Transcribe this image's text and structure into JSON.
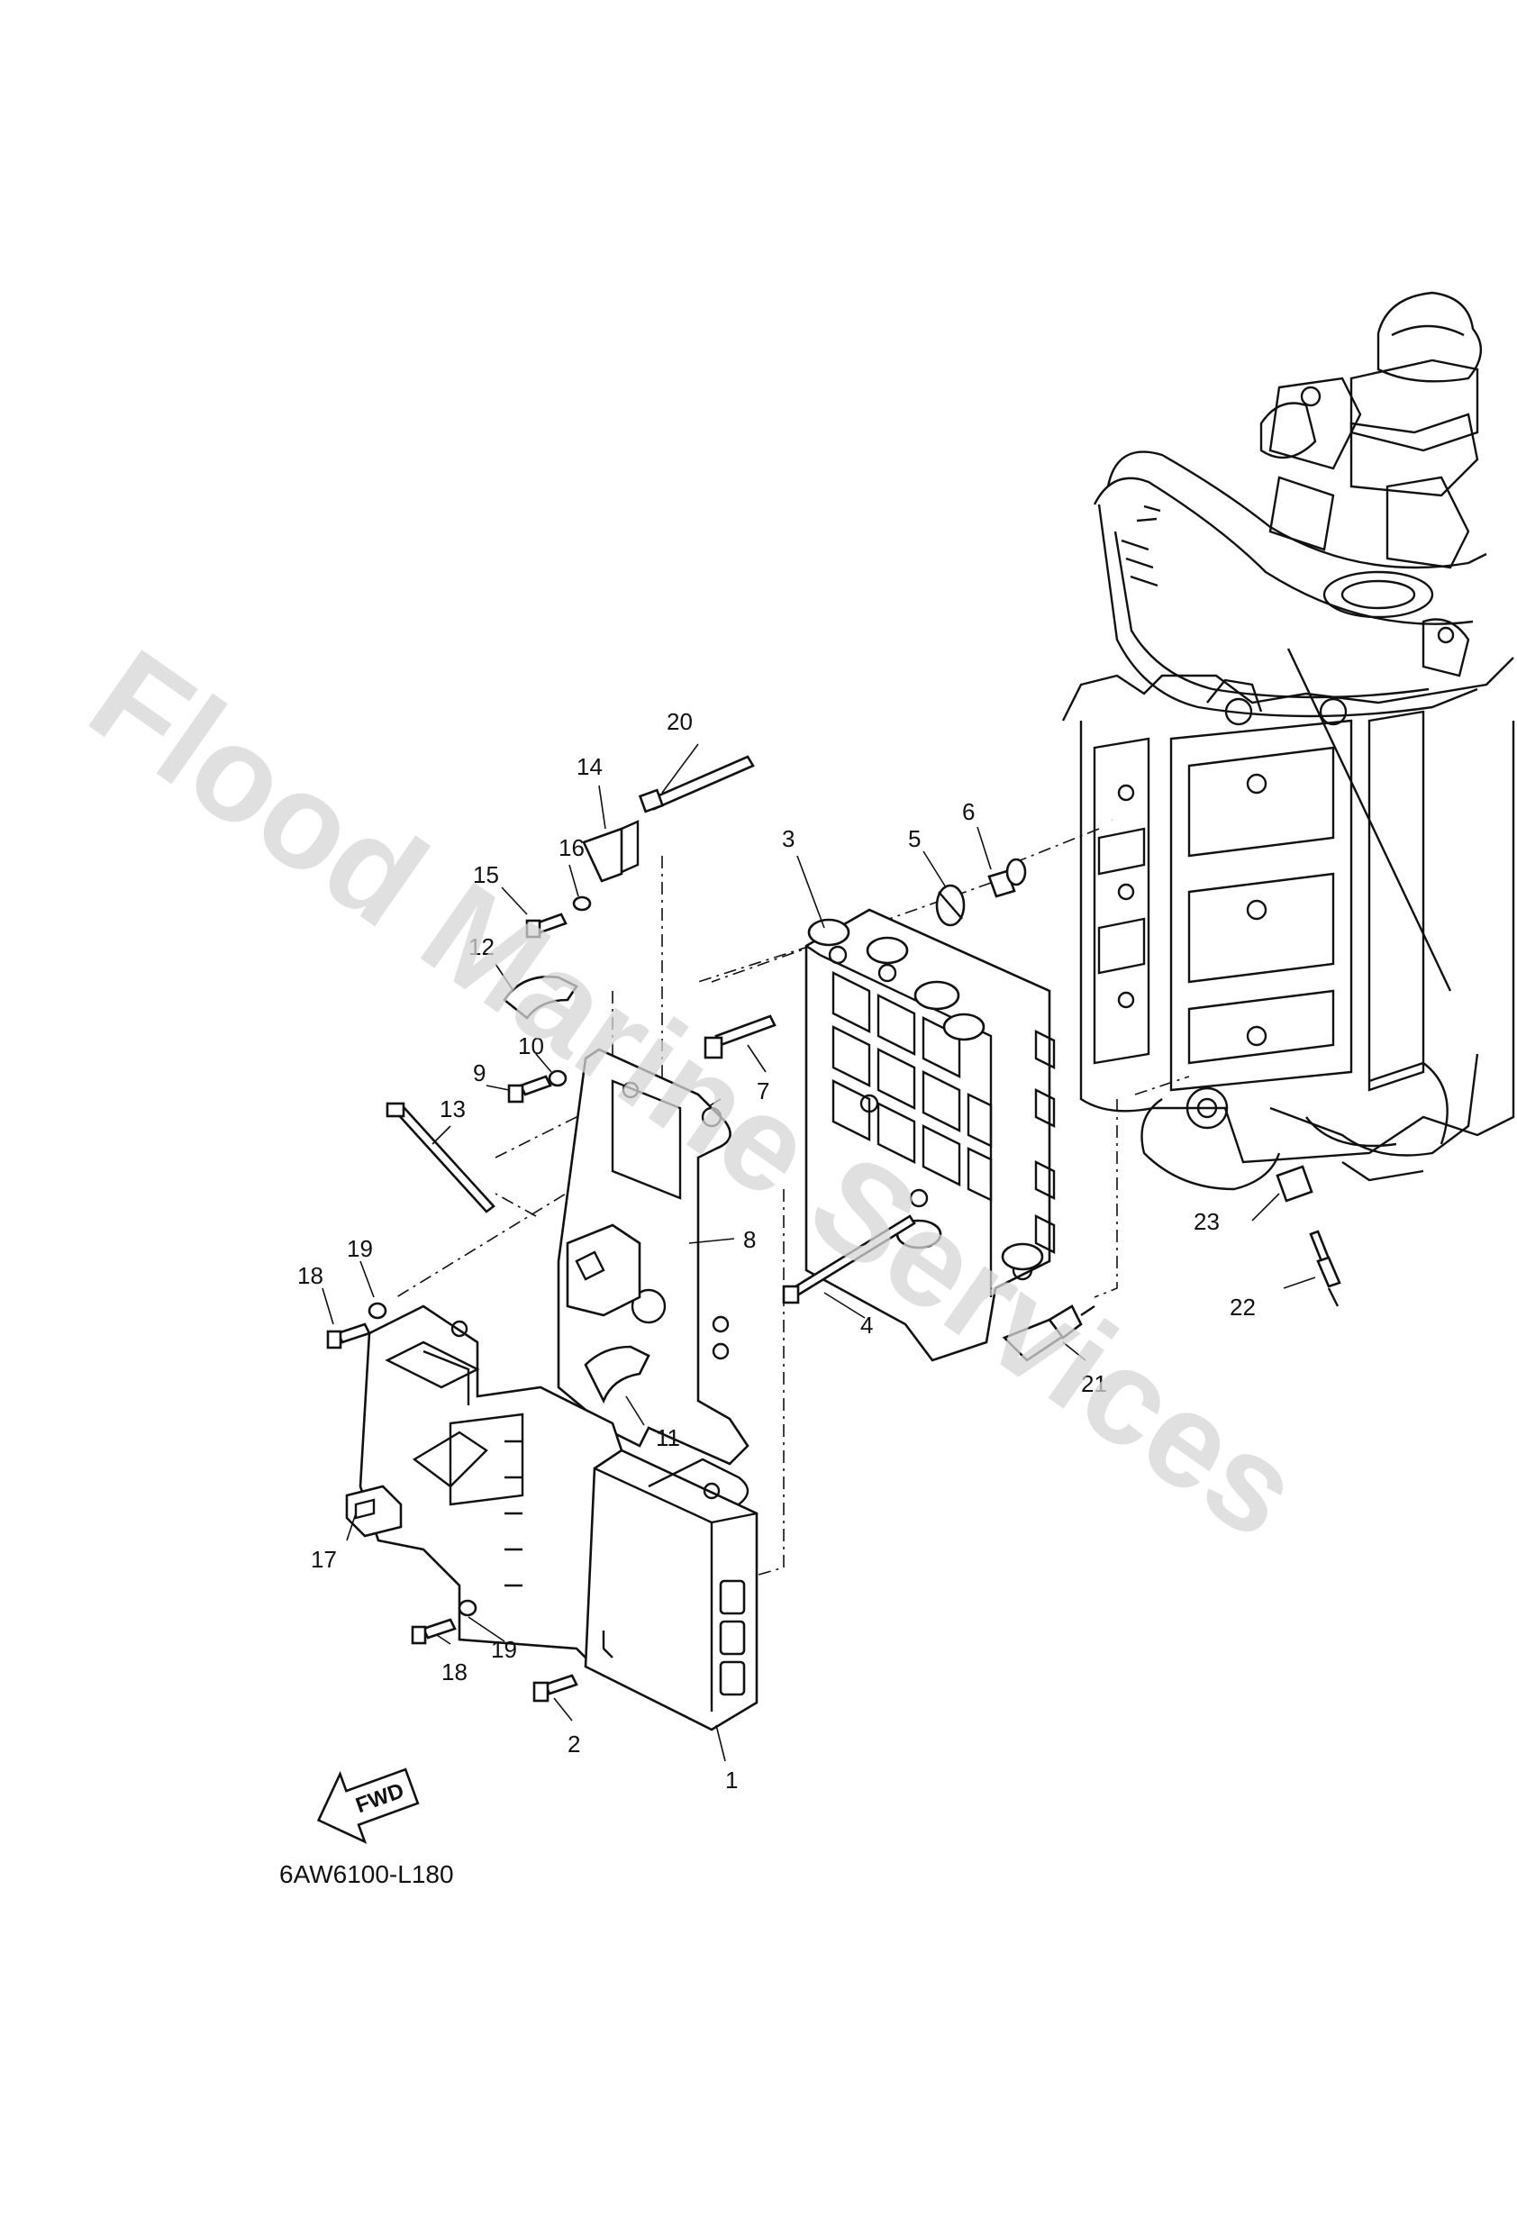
{
  "watermark": "Flood Marine Services",
  "diagram_code": "6AW6100-L180",
  "fwd_label": "FWD",
  "callouts": {
    "c1": "1",
    "c2": "2",
    "c3": "3",
    "c4": "4",
    "c5": "5",
    "c6": "6",
    "c7": "7",
    "c8": "8",
    "c9": "9",
    "c10": "10",
    "c11": "11",
    "c12": "12",
    "c13": "13",
    "c14": "14",
    "c15": "15",
    "c16": "16",
    "c17": "17",
    "c18a": "18",
    "c18b": "18",
    "c19a": "19",
    "c19b": "19",
    "c20": "20",
    "c21": "21",
    "c22": "22",
    "c23": "23"
  }
}
